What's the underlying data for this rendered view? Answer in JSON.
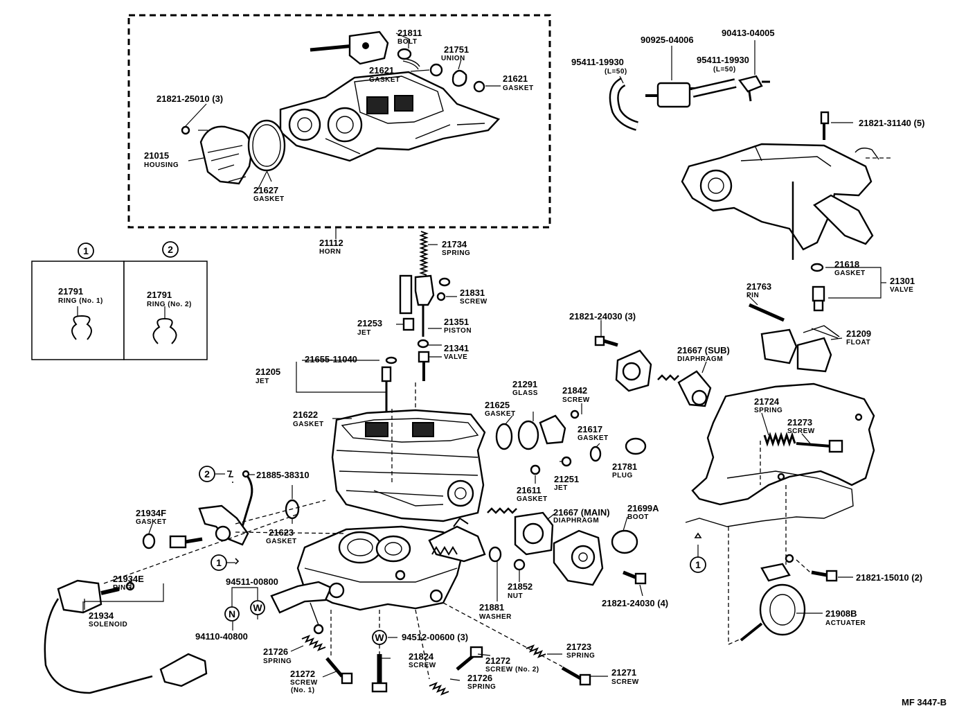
{
  "doc_code": "MF 3447-B",
  "labels": {
    "l21811": [
      "21811",
      "BOLT"
    ],
    "l21751": [
      "21751",
      "UNION"
    ],
    "l21621a": [
      "21621",
      "GASKET"
    ],
    "l21621b": [
      "21621",
      "GASKET"
    ],
    "l21821_25010": [
      "21821-25010 (3)"
    ],
    "l21015": [
      "21015",
      "HOUSING"
    ],
    "l21627": [
      "21627",
      "GASKET"
    ],
    "l21112": [
      "21112",
      "HORN"
    ],
    "l21734": [
      "21734",
      "SPRING"
    ],
    "l21831": [
      "21831",
      "SCREW"
    ],
    "l21253": [
      "21253",
      "JET"
    ],
    "l21351": [
      "21351",
      "PISTON"
    ],
    "l21341": [
      "21341",
      "VALVE"
    ],
    "l21655": [
      "21655-11040"
    ],
    "l21205": [
      "21205",
      "JET"
    ],
    "l21622": [
      "21622",
      "GASKET"
    ],
    "l21885": [
      "21885-38310"
    ],
    "l21934F": [
      "21934F",
      "GASKET"
    ],
    "l21623": [
      "21623",
      "GASKET"
    ],
    "l21934E": [
      "21934E",
      "RING"
    ],
    "l21934": [
      "21934",
      "SOLENOID"
    ],
    "l94511": [
      "94511-00800"
    ],
    "l94110": [
      "94110-40800"
    ],
    "l21726a": [
      "21726",
      "SPRING"
    ],
    "l21272a": [
      "21272",
      "SCREW",
      "(No. 1)"
    ],
    "l94512": [
      "94512-00600 (3)"
    ],
    "l21824": [
      "21824",
      "SCREW"
    ],
    "l21272b": [
      "21272",
      "SCREW (No. 2)"
    ],
    "l21726b": [
      "21726",
      "SPRING"
    ],
    "l21723": [
      "21723",
      "SPRING"
    ],
    "l21271": [
      "21271",
      "SCREW"
    ],
    "l21881": [
      "21881",
      "WASHER"
    ],
    "l21852": [
      "21852",
      "NUT"
    ],
    "l21291": [
      "21291",
      "GLASS"
    ],
    "l21842": [
      "21842",
      "SCREW"
    ],
    "l21625": [
      "21625",
      "GASKET"
    ],
    "l21617": [
      "21617",
      "GASKET"
    ],
    "l21781": [
      "21781",
      "PLUG"
    ],
    "l21251": [
      "21251",
      "JET"
    ],
    "l21611": [
      "21611",
      "GASKET"
    ],
    "l21667m": [
      "21667 (MAIN)",
      "DIAPHRAGM"
    ],
    "l21699A": [
      "21699A",
      "BOOT"
    ],
    "l21821_24030_4": [
      "21821-24030 (4)"
    ],
    "l21821_24030_3": [
      "21821-24030 (3)"
    ],
    "l21667s": [
      "21667 (SUB)",
      "DIAPHRAGM"
    ],
    "l21763": [
      "21763",
      "PIN"
    ],
    "l21618": [
      "21618",
      "GASKET"
    ],
    "l21301": [
      "21301",
      "VALVE"
    ],
    "l21209": [
      "21209",
      "FLOAT"
    ],
    "l21724": [
      "21724",
      "SPRING"
    ],
    "l21273": [
      "21273",
      "SCREW"
    ],
    "l21821_15010": [
      "21821-15010 (2)"
    ],
    "l21908B": [
      "21908B",
      "ACTUATER"
    ],
    "l95411a": [
      "95411-19930",
      "(L=50)"
    ],
    "l90925": [
      "90925-04006"
    ],
    "l95411b": [
      "95411-19930",
      "(L=50)"
    ],
    "l90413": [
      "90413-04005"
    ],
    "l21821_31140": [
      "21821-31140 (5)"
    ]
  },
  "inset": {
    "ring1": {
      "marker": "1",
      "part": "21791",
      "name": "RING (No. 1)"
    },
    "ring2": {
      "marker": "2",
      "part": "21791",
      "name": "RING (No. 2)"
    }
  },
  "markers": {
    "m1": "1",
    "m2": "2",
    "m1b": "1",
    "mN": "N",
    "mW1": "W",
    "mW2": "W"
  }
}
